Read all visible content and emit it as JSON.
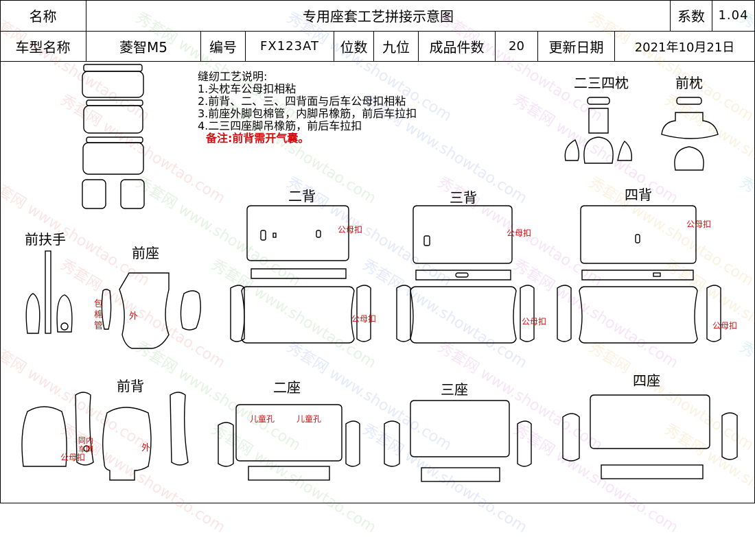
{
  "header": {
    "name_label": "名称",
    "title": "专用座套工艺拼接示意图",
    "coef_label": "系数",
    "coef_value": "1.04",
    "model_label": "车型名称",
    "model_value": "菱智M5",
    "code_label": "编号",
    "code_value": "FX123AT",
    "seats_label": "位数",
    "seats_value": "九位",
    "pieces_label": "成品件数",
    "pieces_value": "20",
    "date_label": "更新日期",
    "date_value": "2021年10月21日"
  },
  "notes": {
    "title": "缝纫工艺说明:",
    "line1": "1.头枕车公母扣相粘",
    "line2": "2.前背、二、三、四背面与后车公母扣相粘",
    "line3": "3.前座外脚包棉管，内脚吊橡筋，前后车拉扣",
    "line4": "4.二三四座脚吊橡筋，前后车拉扣",
    "remark": "备注:前背需开气囊。"
  },
  "sections": {
    "headrest_234": "二三四枕",
    "headrest_front": "前枕",
    "front_armrest": "前扶手",
    "front_seat": "前座",
    "back_2": "二背",
    "back_3": "三背",
    "back_4": "四背",
    "front_back": "前背",
    "seat_2": "二座",
    "seat_3": "三座",
    "seat_4": "四座"
  },
  "annotations": {
    "male_female": "公母扣",
    "cotton_tube": "包\n棉\n管",
    "outer": "外",
    "child_hole": "儿童孔",
    "inner_tie": "同内\n车同",
    "buckle": "公母扣"
  },
  "watermark": {
    "brand": "秀套网",
    "site": "www.showtao.com"
  }
}
